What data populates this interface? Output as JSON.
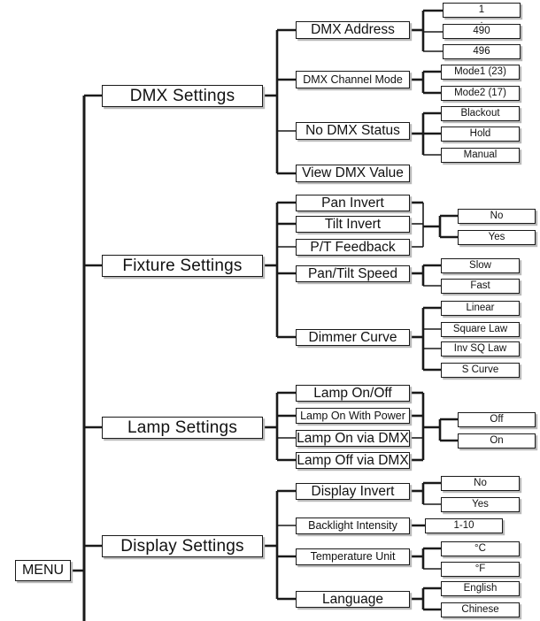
{
  "diagram": {
    "type": "menu-tree",
    "title": "",
    "root": {
      "label": "MENU"
    },
    "ellipsis": "⋮",
    "sections": [
      {
        "label": "DMX Settings",
        "items": [
          {
            "label": "DMX Address",
            "options": [
              "1",
              "490",
              "496"
            ],
            "has_ellipsis": true
          },
          {
            "label": "DMX Channel Mode",
            "options": [
              "Mode1 (23)",
              "Mode2 (17)"
            ]
          },
          {
            "label": "No DMX Status",
            "options": [
              "Blackout",
              "Hold",
              "Manual"
            ]
          },
          {
            "label": "View DMX Value",
            "options": []
          }
        ]
      },
      {
        "label": "Fixture Settings",
        "items": [
          {
            "label": "Pan Invert",
            "options": []
          },
          {
            "label": "Tilt Invert",
            "options": []
          },
          {
            "label": "P/T Feedback",
            "options": [
              "No",
              "Yes"
            ]
          },
          {
            "label": "Pan/Tilt Speed",
            "options": [
              "Slow",
              "Fast"
            ]
          },
          {
            "label": "Dimmer Curve",
            "options": [
              "Linear",
              "Square Law",
              "Inv SQ Law",
              "S Curve"
            ]
          }
        ]
      },
      {
        "label": "Lamp Settings",
        "items": [
          {
            "label": "Lamp On/Off",
            "options": []
          },
          {
            "label": "Lamp On With Power",
            "options": []
          },
          {
            "label": "Lamp On via DMX",
            "options": []
          },
          {
            "label": "Lamp Off via DMX",
            "options": [
              "Off",
              "On"
            ]
          }
        ]
      },
      {
        "label": "Display Settings",
        "items": [
          {
            "label": "Display Invert",
            "options": [
              "No",
              "Yes"
            ]
          },
          {
            "label": "Backlight Intensity",
            "options": [
              "1-10"
            ]
          },
          {
            "label": "Temperature Unit",
            "options": [
              "°C",
              "°F"
            ]
          },
          {
            "label": "Language",
            "options": [
              "English",
              "Chinese"
            ]
          }
        ]
      }
    ]
  },
  "nodes": {
    "menu": "MENU",
    "dmx_settings": "DMX Settings",
    "dmx_address": "DMX Address",
    "dmx_addr_1": "1",
    "dmx_addr_490": "490",
    "dmx_addr_496": "496",
    "dmx_channel_mode": "DMX Channel Mode",
    "mode1": "Mode1 (23)",
    "mode2": "Mode2 (17)",
    "no_dmx_status": "No DMX Status",
    "blackout": "Blackout",
    "hold": "Hold",
    "manual": "Manual",
    "view_dmx_value": "View DMX Value",
    "fixture_settings": "Fixture Settings",
    "pan_invert": "Pan Invert",
    "tilt_invert": "Tilt Invert",
    "pt_feedback": "P/T Feedback",
    "inv_no": "No",
    "inv_yes": "Yes",
    "pan_tilt_speed": "Pan/Tilt Speed",
    "speed_slow": "Slow",
    "speed_fast": "Fast",
    "dimmer_curve": "Dimmer Curve",
    "curve_linear": "Linear",
    "curve_square_law": "Square Law",
    "curve_inv_sq_law": "Inv SQ Law",
    "curve_s_curve": "S Curve",
    "lamp_settings": "Lamp Settings",
    "lamp_on_off": "Lamp On/Off",
    "lamp_on_with_power": "Lamp On With Power",
    "lamp_on_via_dmx": "Lamp On via DMX",
    "lamp_off_via_dmx": "Lamp Off via DMX",
    "lamp_opt_off": "Off",
    "lamp_opt_on": "On",
    "display_settings": "Display Settings",
    "display_invert": "Display Invert",
    "disp_no": "No",
    "disp_yes": "Yes",
    "backlight_intensity": "Backlight Intensity",
    "backlight_range": "1-10",
    "temperature_unit": "Temperature Unit",
    "temp_c": "°C",
    "temp_f": "°F",
    "language": "Language",
    "lang_english": "English",
    "lang_chinese": "Chinese"
  }
}
